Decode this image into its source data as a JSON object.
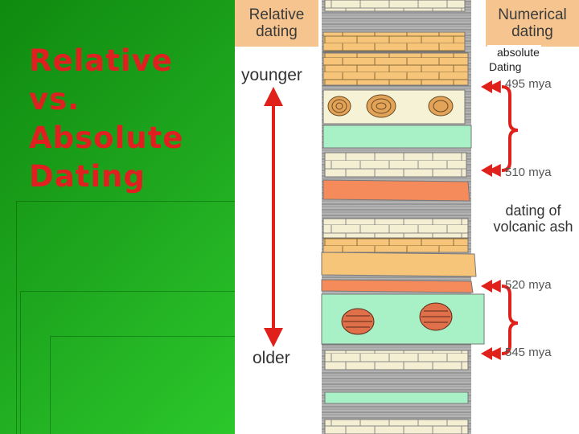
{
  "slide": {
    "title_lines": [
      "Relative",
      "vs.",
      "Absolute",
      "Dating"
    ],
    "colors": {
      "title": "#e02020",
      "background": "#1fa81f",
      "arrow": "#e0201a"
    }
  },
  "diagram": {
    "relative_header": [
      "Relative",
      "dating"
    ],
    "numerical_header": [
      "Numerical",
      "dating"
    ],
    "absolute_note": [
      "absolute",
      "Dating"
    ],
    "younger_label": "younger",
    "older_label": "older",
    "ash_label": [
      "dating of",
      "volcanic ash"
    ],
    "ages": [
      "495 mya",
      "510 mya",
      "520 mya",
      "545 mya"
    ]
  }
}
